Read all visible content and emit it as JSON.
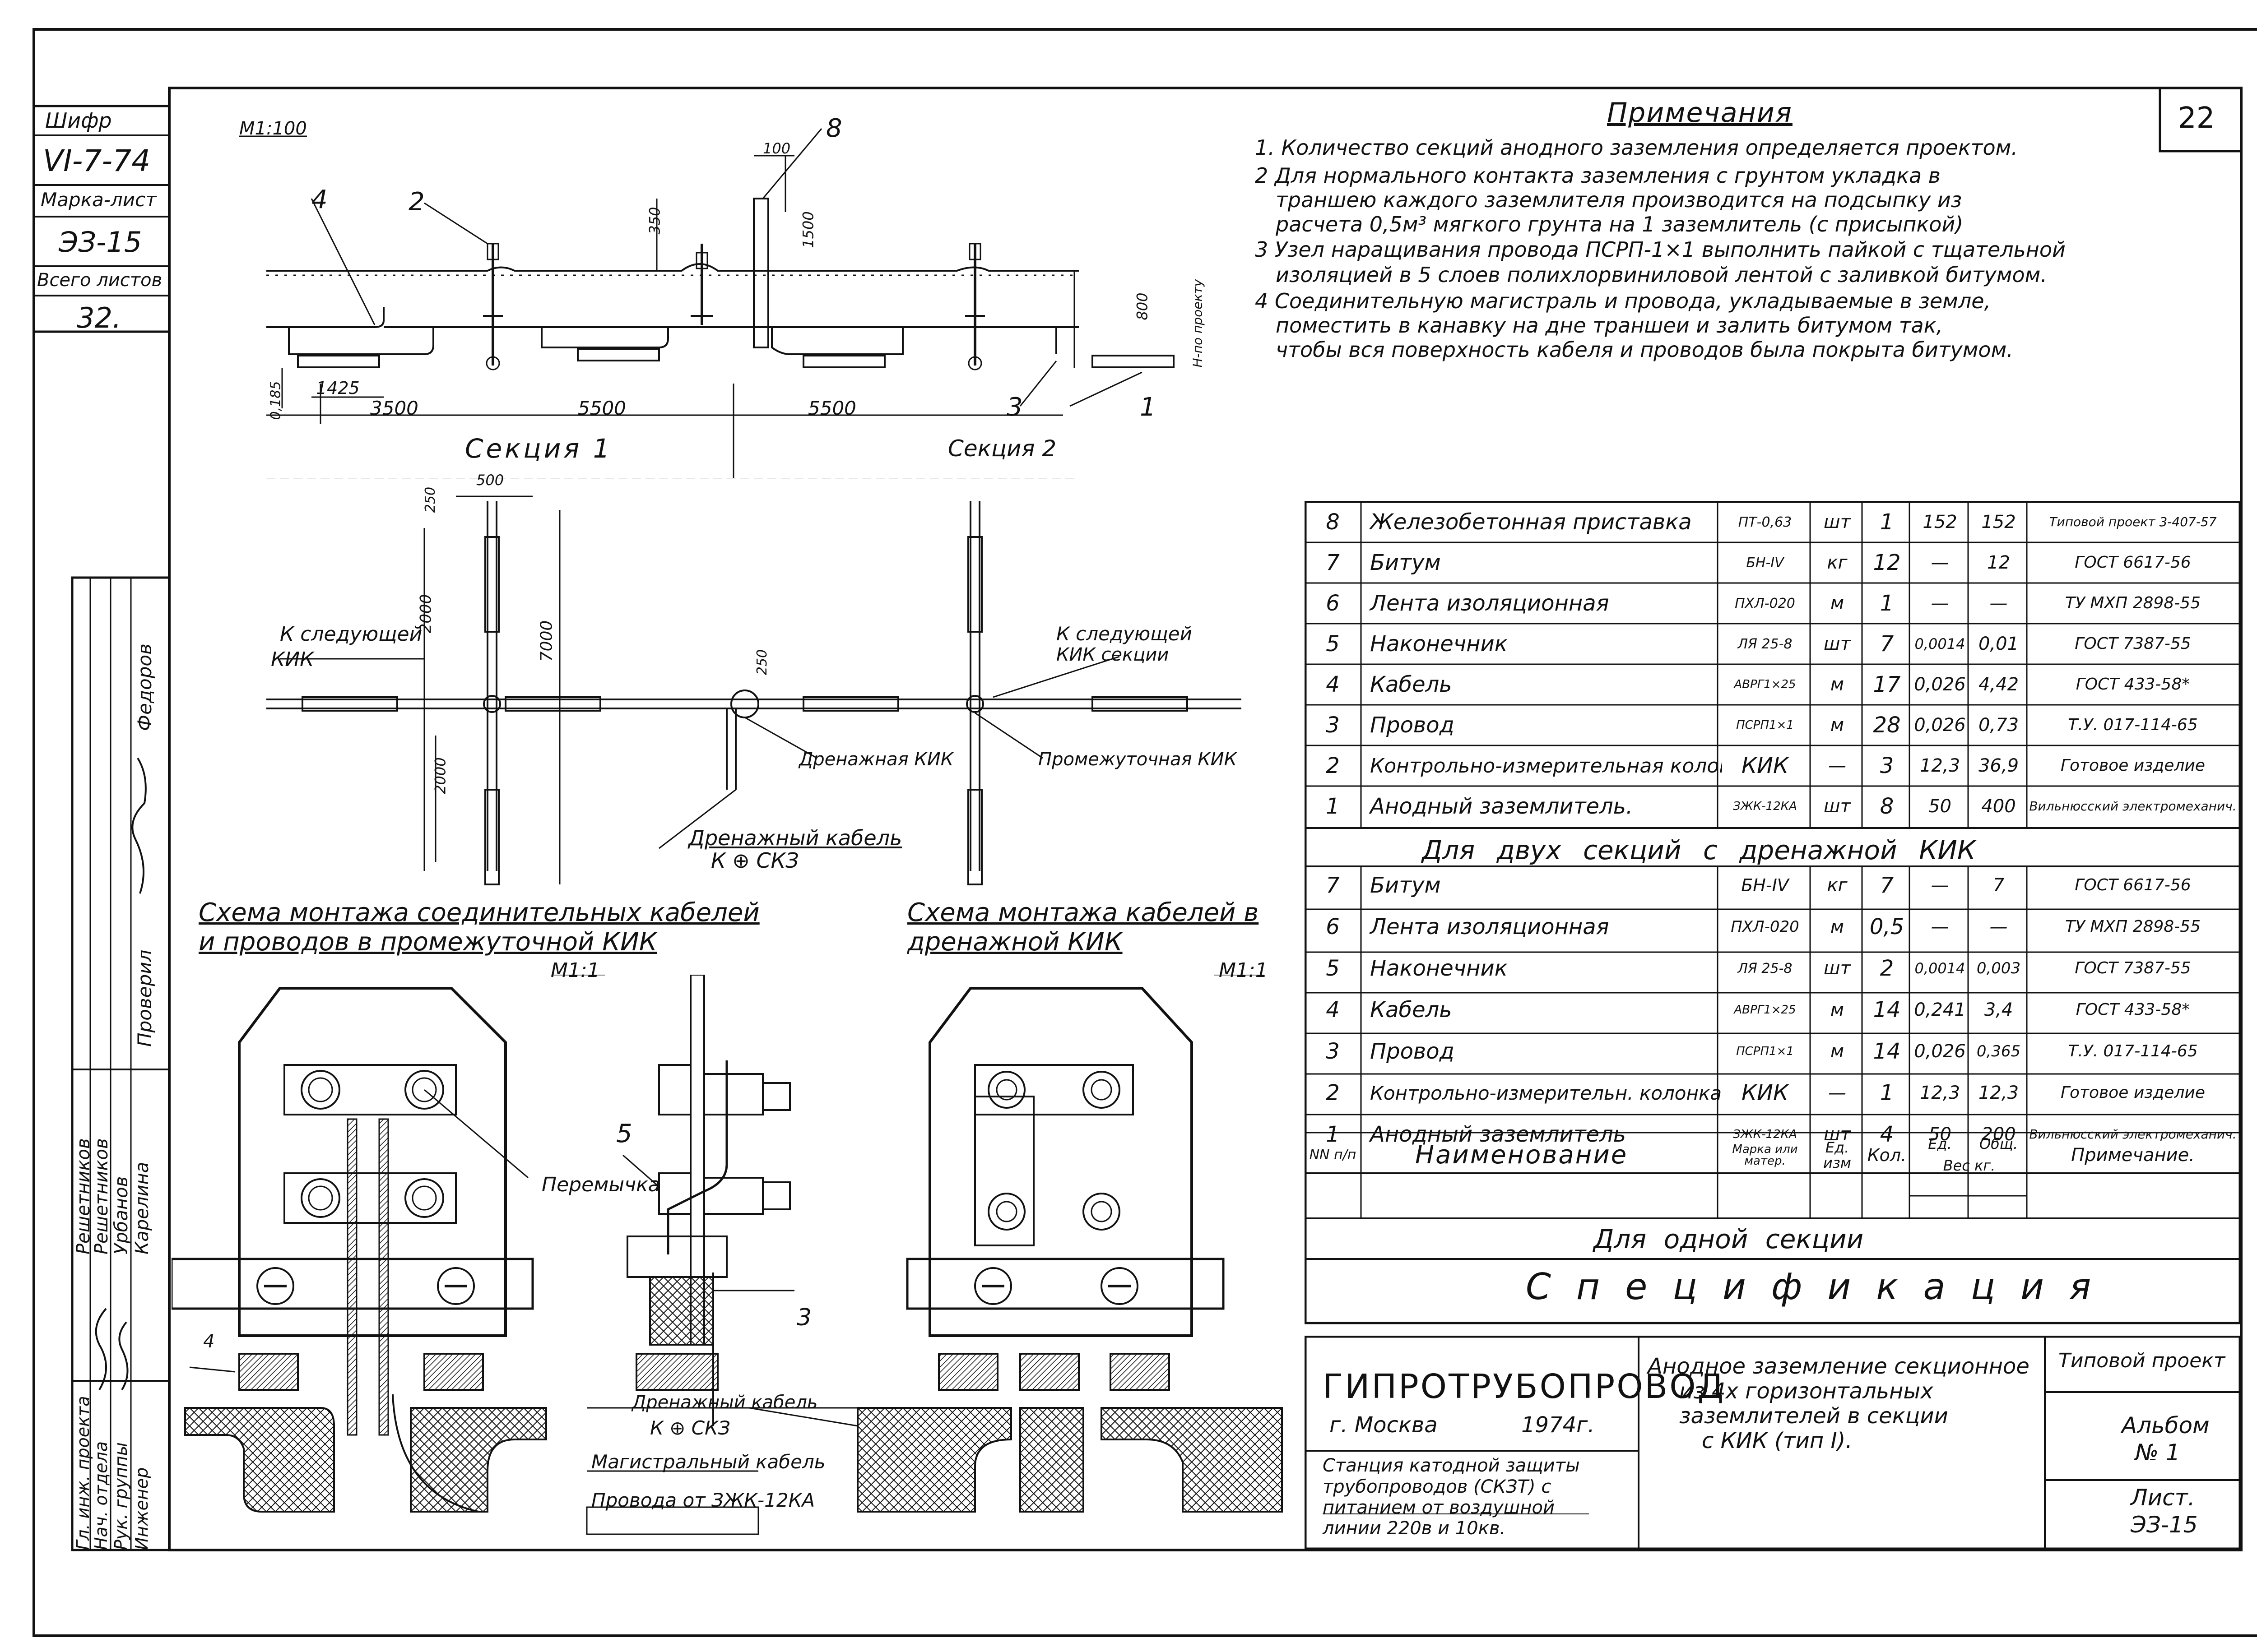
{
  "sheet_number": "22",
  "cipher_block": {
    "cipher_label": "Шифр",
    "cipher_value": "VI-7-74",
    "mark_label": "Марка-лист",
    "mark_value": "ЭЗ-15",
    "total_label": "Всего листов",
    "total_value": "32."
  },
  "signatures": {
    "roles": [
      "Гл. инж. проекта",
      "Нач. отдела",
      "Рук. группы",
      "Инженер"
    ],
    "names": [
      "Решетников",
      "Решетников",
      "Урбанов",
      "Карелина"
    ],
    "checked_label": "Проверил",
    "checked_name": "Федоров"
  },
  "notes": {
    "title": "Примечания",
    "lines": [
      "1. Количество секций анодного заземления определяется проектом.",
      "2 Для нормального контакта заземления с грунтом укладка в",
      "траншею каждого заземлителя производится на подсыпку из",
      "расчета   0,5м³ мягкого грунта  на 1 заземлитель (с присыпкой)",
      "3 Узел наращивания провода ПСРП-1×1 выполнить пайкой с тщательной",
      "изоляцией в 5 слоев полихлорвиниловой лентой с заливкой битумом.",
      "4 Соединительную магистраль и провода, укладываемые в земле,",
      "поместить в канавку на дне траншеи и залить битумом так,",
      "чтобы вся поверхность кабеля и проводов была покрыта битумом."
    ]
  },
  "drawing_labels": {
    "scale_top": "М1:100",
    "scale_left": "М1:1",
    "scale_right": "М1:1",
    "dim_100": "100",
    "dim_350": "350",
    "dim_1500": "1500",
    "dim_800": "800",
    "depth_note": "Н-по проекту",
    "dim_1425": "1425",
    "dim_3500": "3500",
    "dim_5500a": "5500",
    "dim_5500b": "5500",
    "dim_0185": "0,185",
    "dim_500": "500",
    "dim_250a": "250",
    "dim_2000a": "2000",
    "dim_7000": "7000",
    "dim_2000b": "2000",
    "dim_250b": "250",
    "pos_1": "1",
    "pos_2": "2",
    "pos_3": "3",
    "pos_4": "4",
    "pos_8": "8",
    "section1": "Секция 1",
    "section2": "Секция 2",
    "next_kik_left_1": "К следующей",
    "next_kik_left_2": "КИК",
    "next_kik_right_1": "К следующей",
    "next_kik_right_2": "КИК секции",
    "drain_kik": "Дренажная КИК",
    "intermediate_kik": "Промежуточная КИК",
    "drain_cable": "Дренажный кабель",
    "drain_cable_to": "К ⊕ СКЗ",
    "schema_left_1": "Схема монтажа соединительных кабелей",
    "schema_left_2": "и проводов в промежуточной КИК",
    "schema_right_1": "Схема монтажа кабелей в",
    "schema_right_2": "дренажной КИК",
    "jumper": "Перемычка",
    "pos_5": "5",
    "pos_3b": "3",
    "pos_4b": "4",
    "drain_cable_2": "Дренажный кабель",
    "drain_cable_2_to": "К ⊕ СКЗ",
    "main_cable": "Магистральный кабель",
    "wires_from": "Провода от ЗЖК-12КА"
  },
  "spec": {
    "section_two": {
      "rows": [
        {
          "n": "8",
          "name": "Железобетонная приставка",
          "mark": "ПТ-0,63",
          "unit": "шт",
          "qty": "1",
          "w1": "152",
          "w2": "152",
          "note": "Типовой проект 3-407-57"
        },
        {
          "n": "7",
          "name": "Битум",
          "mark": "БН-IV",
          "unit": "кг",
          "qty": "12",
          "w1": "—",
          "w2": "12",
          "note": "ГОСТ 6617-56"
        },
        {
          "n": "6",
          "name": "Лента изоляционная",
          "mark": "ПХЛ-020",
          "unit": "м",
          "qty": "1",
          "w1": "—",
          "w2": "—",
          "note": "ТУ МХП 2898-55"
        },
        {
          "n": "5",
          "name": "Наконечник",
          "mark": "ЛЯ 25-8",
          "unit": "шт",
          "qty": "7",
          "w1": "0,0014",
          "w2": "0,01",
          "note": "ГОСТ 7387-55"
        },
        {
          "n": "4",
          "name": "Кабель",
          "mark": "АВРГ1×25",
          "unit": "м",
          "qty": "17",
          "w1": "0,026",
          "w2": "4,42",
          "note": "ГОСТ 433-58*"
        },
        {
          "n": "3",
          "name": "Провод",
          "mark": "ПСРП1×1",
          "unit": "м",
          "qty": "28",
          "w1": "0,026",
          "w2": "0,73",
          "note": "Т.У. 017-114-65"
        },
        {
          "n": "2",
          "name": "Контрольно-измерительная колонка",
          "mark": "КИК",
          "unit": "—",
          "qty": "3",
          "w1": "12,3",
          "w2": "36,9",
          "note": "Готовое изделие"
        },
        {
          "n": "1",
          "name": "Анодный заземлитель.",
          "mark": "ЗЖК-12КА",
          "unit": "шт",
          "qty": "8",
          "w1": "50",
          "w2": "400",
          "note": "Вильнюсский электромеханич."
        }
      ],
      "caption": "Для двух секций с дренажной КИК"
    },
    "section_one": {
      "rows": [
        {
          "n": "7",
          "name": "Битум",
          "mark": "БН-IV",
          "unit": "кг",
          "qty": "7",
          "w1": "—",
          "w2": "7",
          "note": "ГОСТ 6617-56"
        },
        {
          "n": "6",
          "name": "Лента изоляционная",
          "mark": "ПХЛ-020",
          "unit": "м",
          "qty": "0,5",
          "w1": "—",
          "w2": "—",
          "note": "ТУ МХП 2898-55"
        },
        {
          "n": "5",
          "name": "Наконечник",
          "mark": "ЛЯ 25-8",
          "unit": "шт",
          "qty": "2",
          "w1": "0,0014",
          "w2": "0,003",
          "note": "ГОСТ 7387-55"
        },
        {
          "n": "4",
          "name": "Кабель",
          "mark": "АВРГ1×25",
          "unit": "м",
          "qty": "14",
          "w1": "0,241",
          "w2": "3,4",
          "note": "ГОСТ 433-58*"
        },
        {
          "n": "3",
          "name": "Провод",
          "mark": "ПСРП1×1",
          "unit": "м",
          "qty": "14",
          "w1": "0,026",
          "w2": "0,365",
          "note": "Т.У. 017-114-65"
        },
        {
          "n": "2",
          "name": "Контрольно-измерительн. колонка",
          "mark": "КИК",
          "unit": "—",
          "qty": "1",
          "w1": "12,3",
          "w2": "12,3",
          "note": "Готовое изделие"
        },
        {
          "n": "1",
          "name": "Анодный заземлитель",
          "mark": "ЗЖК-12КА",
          "unit": "шт",
          "qty": "4",
          "w1": "50",
          "w2": "200",
          "note": "Вильнюсский электромеханич."
        }
      ],
      "header": {
        "n": "NN п/п",
        "name": "Наименование",
        "mark": "Марка или матер.",
        "unit": "Ед. изм",
        "qty": "Кол.",
        "w1": "Ед.",
        "w2": "Общ.",
        "weight": "Вес кг.",
        "note": "Примечание."
      },
      "caption": "Для одной секции"
    },
    "title": "Спецификация"
  },
  "title_block": {
    "org": "ГИПРОТРУБОПРОВОД",
    "city": "г. Москва",
    "year": "1974г.",
    "station_1": "Станция катодной защиты",
    "station_2": "трубопроводов (СКЗТ) с",
    "station_3": "питанием от воздушной",
    "station_4": "линии 220в и 10кв.",
    "desc_1": "Анодное заземление секционное",
    "desc_2": "из 4х горизонтальных",
    "desc_3": "заземлителей в секции",
    "desc_4": "с КИК (тип I).",
    "typical": "Типовой проект",
    "album_label": "Альбом",
    "album_no": "№ 1",
    "sheet_label": "Лист.",
    "sheet_value": "ЭЗ-15"
  }
}
